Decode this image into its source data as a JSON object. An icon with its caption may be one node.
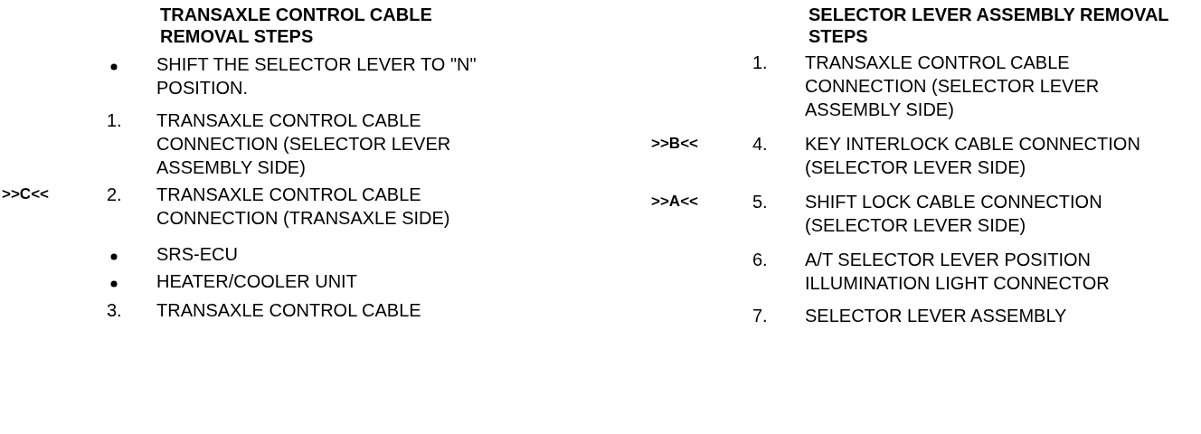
{
  "diagram": {
    "labels": [
      "TRANSAXLE CONTROL CABLE REMOVAL STEPS",
      "SHIFT THE SELECTOR LEVER TO \"N\" POSITION.",
      "1.",
      "TRANSAXLE CONTROL CABLE CONNECTION (SELECTOR LEVER ASSEMBLY SIDE)",
      ">>C<<",
      "2.",
      "TRANSAXLE CONTROL CABLE CONNECTION (TRANSAXLE SIDE)",
      "SRS-ECU",
      "HEATER/COOLER UNIT",
      "3.",
      "TRANSAXLE CONTROL CABLE",
      "SELECTOR LEVER ASSEMBLY REMOVAL STEPS",
      "1.",
      "TRANSAXLE CONTROL CABLE CONNECTION (SELECTOR LEVER ASSEMBLY SIDE)",
      ">>B<<",
      "4.",
      "KEY INTERLOCK CABLE CONNECTION (SELECTOR LEVER SIDE)",
      ">>A<<",
      "5.",
      "SHIFT LOCK CABLE CONNECTION (SELECTOR LEVER SIDE)",
      "6.",
      "A/T SELECTOR LEVER POSITION ILLUMINATION LIGHT CONNECTOR",
      "7.",
      "SELECTOR LEVER ASSEMBLY"
    ]
  }
}
